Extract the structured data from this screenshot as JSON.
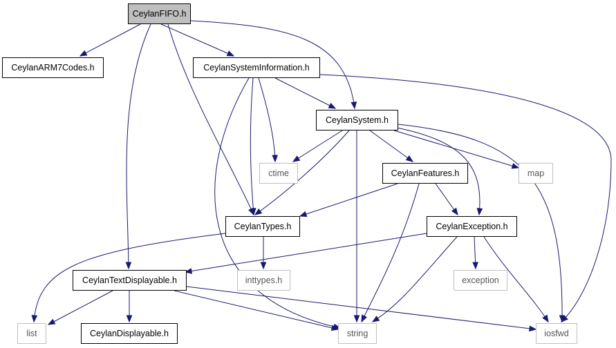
{
  "graph": {
    "nodes": {
      "fifo": {
        "label": "CeylanFIFO.h"
      },
      "arm7": {
        "label": "CeylanARM7Codes.h"
      },
      "sysinfo": {
        "label": "CeylanSystemInformation.h"
      },
      "system": {
        "label": "CeylanSystem.h"
      },
      "ctime": {
        "label": "ctime"
      },
      "features": {
        "label": "CeylanFeatures.h"
      },
      "map": {
        "label": "map"
      },
      "types": {
        "label": "CeylanTypes.h"
      },
      "exception_h": {
        "label": "CeylanException.h"
      },
      "textdisp": {
        "label": "CeylanTextDisplayable.h"
      },
      "inttypes": {
        "label": "inttypes.h"
      },
      "exception": {
        "label": "exception"
      },
      "list": {
        "label": "list"
      },
      "disp": {
        "label": "CeylanDisplayable.h"
      },
      "string": {
        "label": "string"
      },
      "iosfwd": {
        "label": "iosfwd"
      }
    },
    "edges": [
      [
        "fifo",
        "arm7"
      ],
      [
        "fifo",
        "sysinfo"
      ],
      [
        "fifo",
        "system"
      ],
      [
        "fifo",
        "types"
      ],
      [
        "fifo",
        "textdisp"
      ],
      [
        "sysinfo",
        "system"
      ],
      [
        "sysinfo",
        "ctime"
      ],
      [
        "sysinfo",
        "types"
      ],
      [
        "sysinfo",
        "string"
      ],
      [
        "sysinfo",
        "iosfwd"
      ],
      [
        "system",
        "ctime"
      ],
      [
        "system",
        "types"
      ],
      [
        "system",
        "features"
      ],
      [
        "system",
        "exception_h"
      ],
      [
        "system",
        "map"
      ],
      [
        "system",
        "string"
      ],
      [
        "system",
        "iosfwd"
      ],
      [
        "features",
        "types"
      ],
      [
        "features",
        "exception_h"
      ],
      [
        "features",
        "string"
      ],
      [
        "types",
        "list"
      ],
      [
        "types",
        "inttypes"
      ],
      [
        "exception_h",
        "textdisp"
      ],
      [
        "exception_h",
        "exception"
      ],
      [
        "exception_h",
        "string"
      ],
      [
        "exception_h",
        "iosfwd"
      ],
      [
        "textdisp",
        "list"
      ],
      [
        "textdisp",
        "disp"
      ],
      [
        "textdisp",
        "string"
      ],
      [
        "textdisp",
        "iosfwd"
      ]
    ],
    "colors": {
      "edge": "#191970",
      "node_border": "#000000",
      "system_node_border": "#bfbfbf",
      "system_node_text": "#555555",
      "root_fill": "#bfbfbf"
    }
  }
}
